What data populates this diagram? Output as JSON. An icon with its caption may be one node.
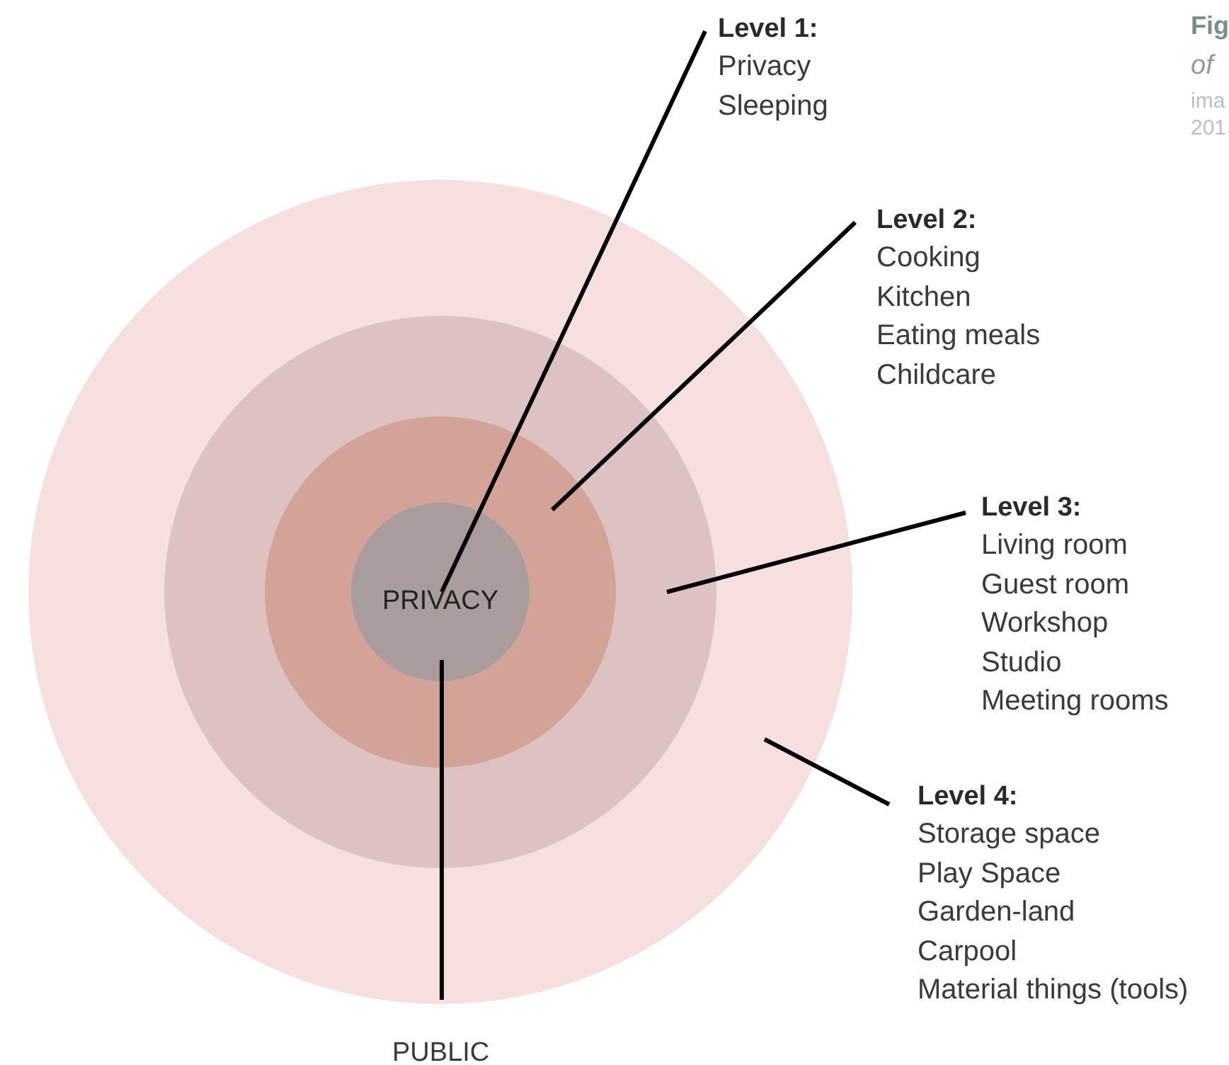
{
  "diagram": {
    "nodes": [
      {
        "text": [],
        "shape": "circle"
      },
      {
        "text": [],
        "shape": "circle",
        "in": 0
      },
      {
        "text": [],
        "shape": "circle",
        "in": 1
      },
      {
        "text": [
          "PRIVACY"
        ],
        "in": 2
      },
      {
        "text": [
          "Level 1:",
          "Privacy Sleeping"
        ]
      },
      {
        "text": [
          "Level 2:",
          "Cooking Kitchen Eating meals Childcare"
        ]
      },
      {
        "text": [
          "Level 3:",
          "Living room Guest room Workshop Studio Meeting rooms"
        ]
      },
      {
        "text": [
          "Level 4:",
          "Storage space Play Space Garden-land Carpool Material things (tools)"
        ]
      },
      {
        "text": [
          "PUBLIC"
        ]
      }
    ],
    "edges": [
      {
        "from": 4,
        "to": 3,
        "arrow": "none"
      },
      {
        "from": 5,
        "to": 2,
        "arrow": "none"
      },
      {
        "from": 6,
        "to": 1,
        "arrow": "none"
      },
      {
        "from": 7,
        "to": 0,
        "arrow": "none"
      },
      {
        "from": 8,
        "to": 3,
        "arrow": "none"
      }
    ],
    "labels": [
      "Fig",
      "of",
      "ima",
      "201"
    ]
  }
}
